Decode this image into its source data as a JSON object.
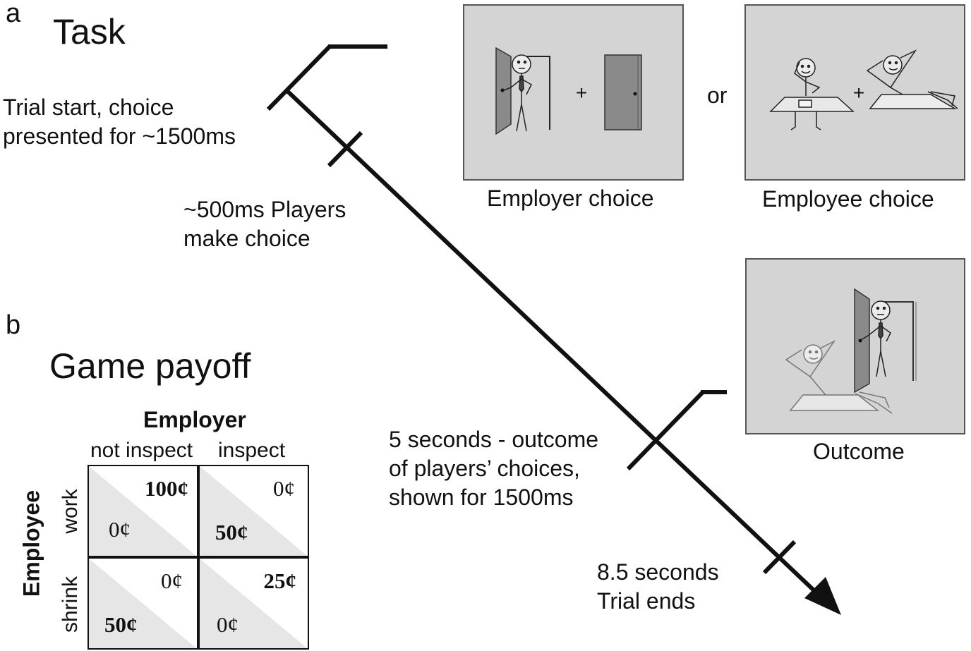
{
  "panel_a": {
    "letter": "a",
    "title": "Task",
    "trial_start": [
      "Trial start, choice",
      "presented for ~1500ms"
    ],
    "players_choose": [
      "~500ms Players",
      "make choice"
    ],
    "outcome_label": [
      "5 seconds - outcome",
      "of players’ choices,",
      "shown for 1500ms"
    ],
    "trial_end": [
      "8.5 seconds",
      "Trial ends"
    ],
    "employer_caption": "Employer choice",
    "employee_caption": "Employee choice",
    "or_text": "or",
    "outcome_caption": "Outcome",
    "fixation_cross": "+"
  },
  "panel_b": {
    "letter": "b",
    "title": "Game payoff",
    "employer_header": "Employer",
    "col_labels": [
      "not inspect",
      "inspect"
    ],
    "employee_header": "Employee",
    "row_labels": [
      "work",
      "shrink"
    ],
    "cells": [
      {
        "employer": "100¢",
        "employee": "0¢"
      },
      {
        "employer": "0¢",
        "employee": "50¢"
      },
      {
        "employer": "0¢",
        "employee": "50¢"
      },
      {
        "employer": "25¢",
        "employee": "0¢"
      }
    ]
  },
  "colors": {
    "screen_bg": "#d4d4d4",
    "door": "#888888",
    "cell_shade": "#e6e6e6",
    "ink": "#111111"
  }
}
